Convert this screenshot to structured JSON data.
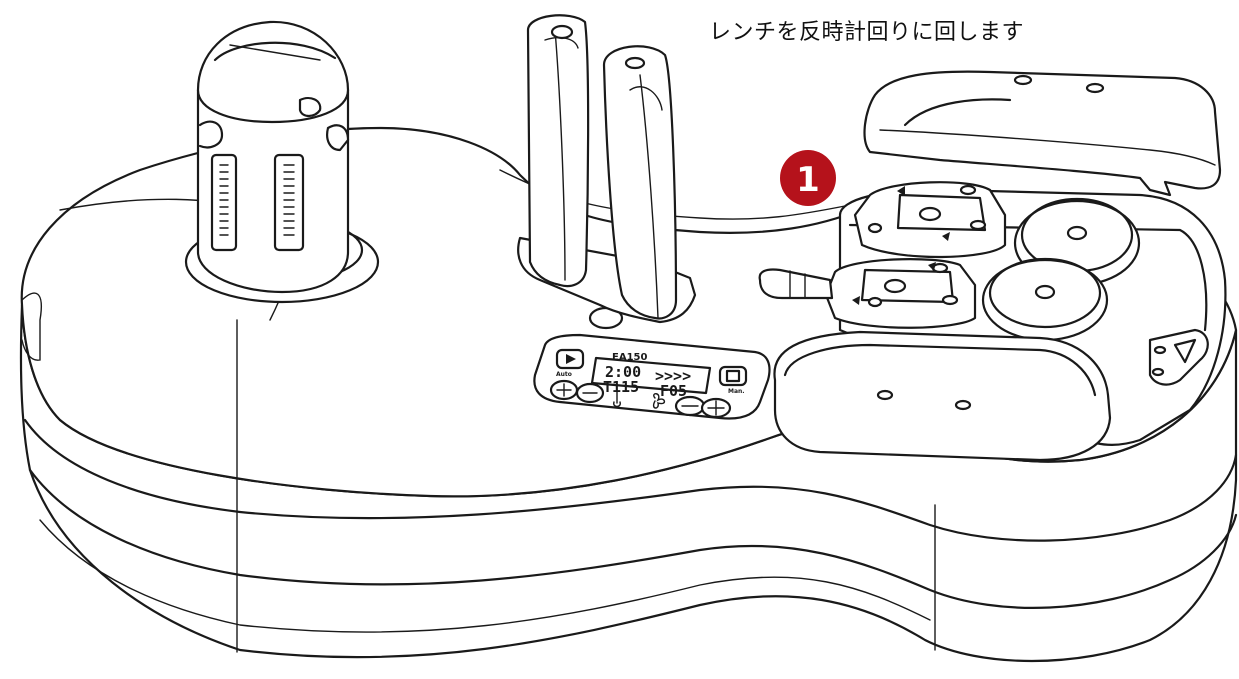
{
  "instruction": "レンチを反時計回りに回します",
  "step_badge": {
    "number": "1",
    "color": "#b5121b"
  },
  "control_panel": {
    "model": "EA150",
    "display_line1_left": "2:00",
    "display_line1_right": ">>>>",
    "display_line2_left": "T115",
    "display_line2_right": "F05",
    "left_key_label": "Auto",
    "right_key_label": "Man.",
    "icons": [
      "play-icon",
      "stop-icon",
      "plus-icon",
      "minus-icon",
      "fan-icon",
      "thermometer-icon"
    ]
  }
}
